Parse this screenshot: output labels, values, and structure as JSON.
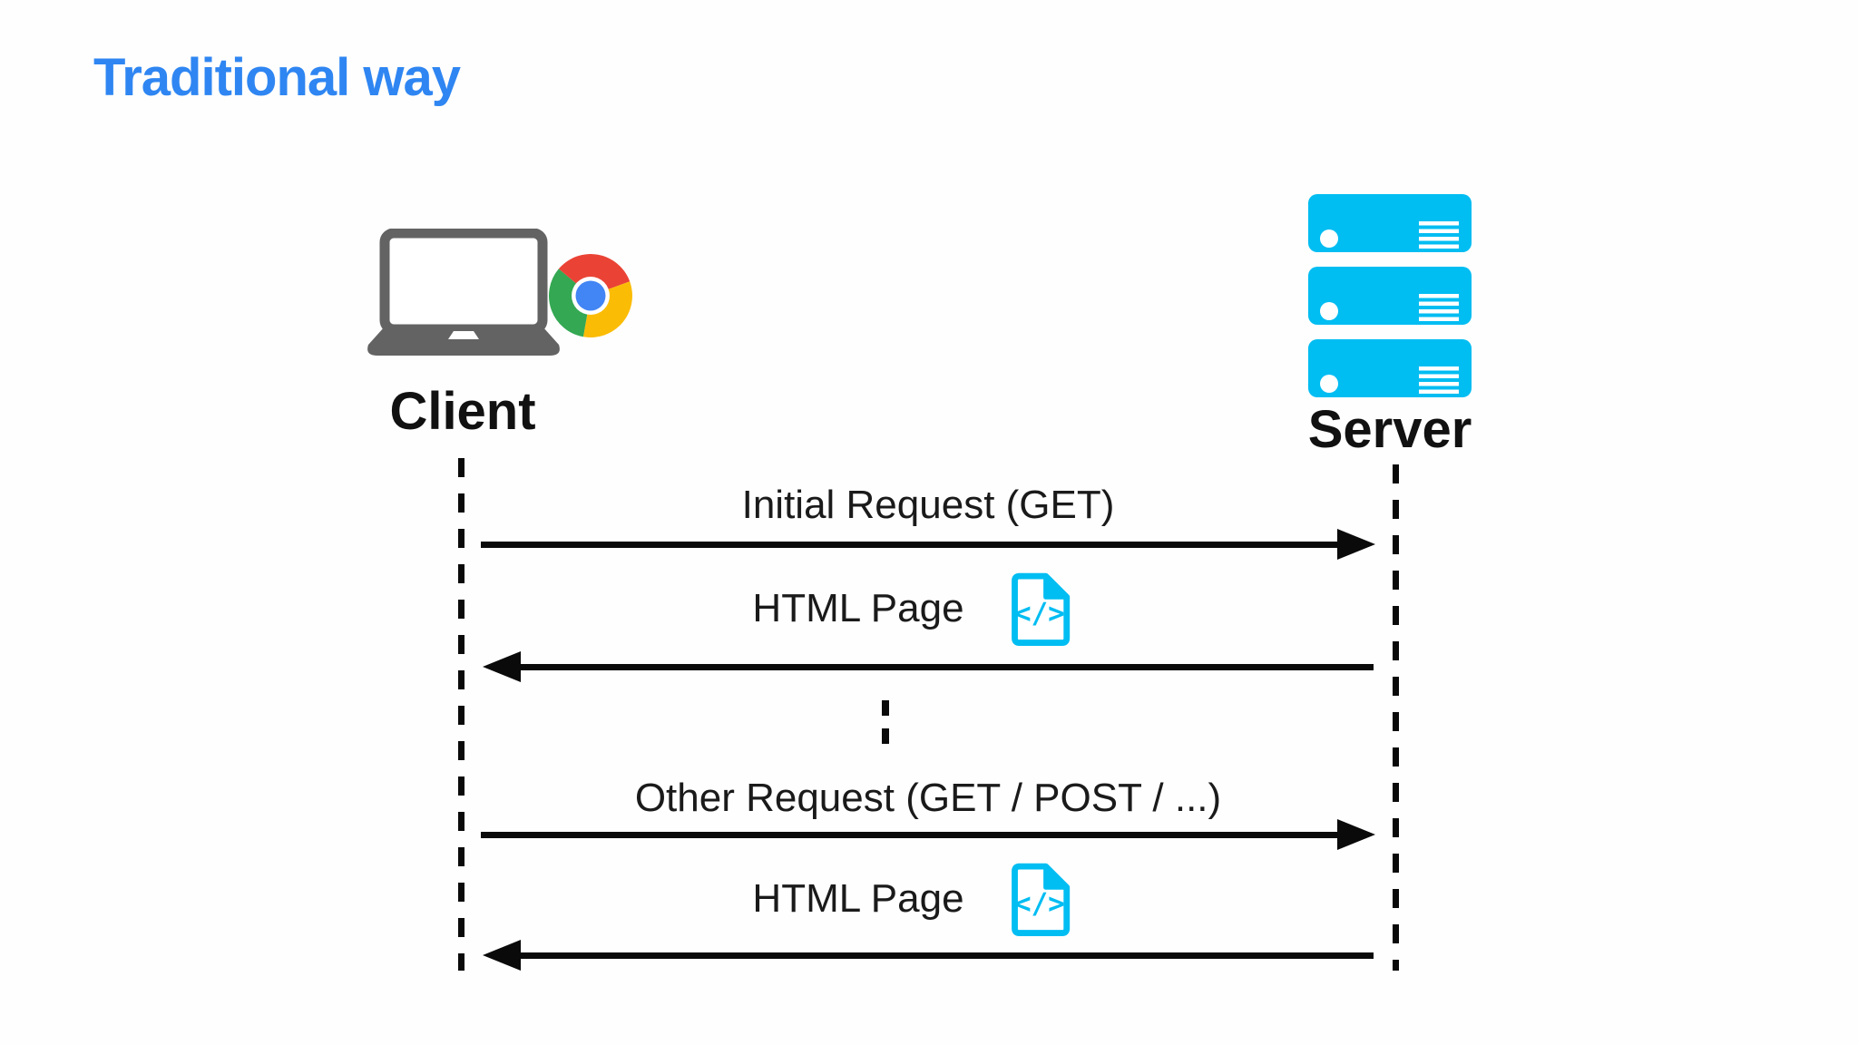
{
  "title": "Traditional way",
  "client": {
    "label": "Client"
  },
  "server": {
    "label": "Server"
  },
  "messages": [
    {
      "label": "Initial Request (GET)",
      "direction": "right",
      "icon": null
    },
    {
      "label": "HTML Page",
      "direction": "left",
      "icon": "code-file-icon"
    },
    {
      "label": "Other Request (GET / POST / ...)",
      "direction": "right",
      "icon": null
    },
    {
      "label": "HTML Page",
      "direction": "left",
      "icon": "code-file-icon"
    }
  ],
  "icons": {
    "code_glyph": "</>",
    "client_icons": [
      "laptop-icon",
      "chrome-icon"
    ],
    "server_icon": "server-stack-icon"
  },
  "colors": {
    "title_blue": "#2F86F2",
    "cyan": "#00BDF2",
    "laptop_gray": "#636363",
    "chrome_red": "#EA4335",
    "chrome_green": "#34A853",
    "chrome_yellow": "#FBBC05",
    "chrome_blue": "#4285F4",
    "line_black": "#0A0A0A"
  }
}
